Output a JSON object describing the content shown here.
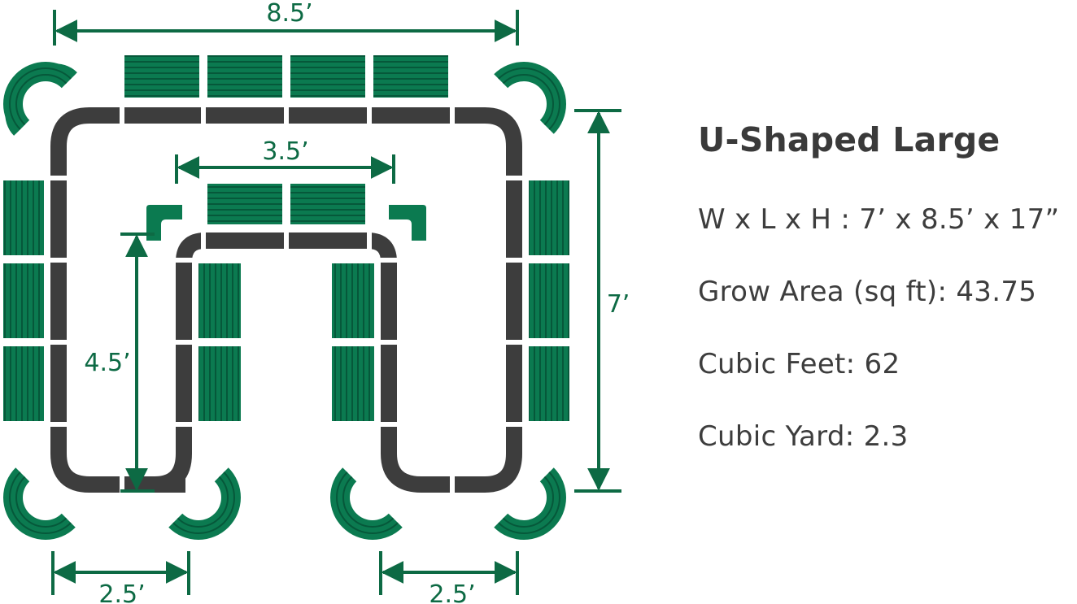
{
  "colors": {
    "accent_green": "#0d6a44",
    "panel_green": "#0b7a50",
    "frame_dark": "#3d3d3d"
  },
  "dimensions": {
    "top_width": "8.5’",
    "inner_width": "3.5’",
    "right_height": "7’",
    "inner_height": "4.5’",
    "bottom_left_width": "2.5’",
    "bottom_right_width": "2.5’"
  },
  "specs": {
    "title": "U-Shaped Large",
    "size": "W x L x H : 7’ x 8.5’ x 17”",
    "grow_area": "Grow Area (sq ft): 43.75",
    "cubic_feet": "Cubic Feet: 62",
    "cubic_yard": "Cubic Yard: 2.3"
  }
}
